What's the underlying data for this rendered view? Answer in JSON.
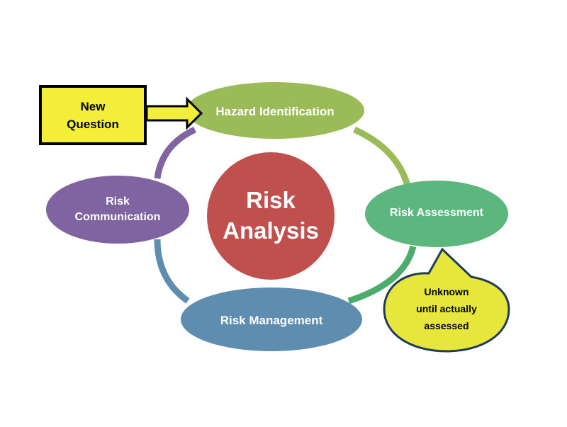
{
  "center": {
    "line1": "Risk",
    "line2": "Analysis",
    "color": "#c0504d"
  },
  "nodes": {
    "hazard": {
      "label": "Hazard Identification",
      "color": "#9bbb59"
    },
    "assessment": {
      "label": "Risk Assessment",
      "color": "#5cb77f"
    },
    "management": {
      "label": "Risk Management",
      "color": "#5f8db0"
    },
    "communication": {
      "line1": "Risk",
      "line2": "Communication",
      "color": "#8064a2"
    }
  },
  "connectors": {
    "hazard_to_assessment": "#9bbb59",
    "assessment_to_management": "#4bac6c",
    "management_to_communication": "#5f8db0",
    "communication_to_hazard": "#8064a2"
  },
  "new_question": {
    "line1": "New",
    "line2": "Question",
    "fill": "#f2ee3a",
    "border": "#000000"
  },
  "callout": {
    "line1": "Unknown",
    "line2": "until actually",
    "line3": "assessed",
    "fill": "#e6e63c",
    "border": "#1f3b5a"
  }
}
